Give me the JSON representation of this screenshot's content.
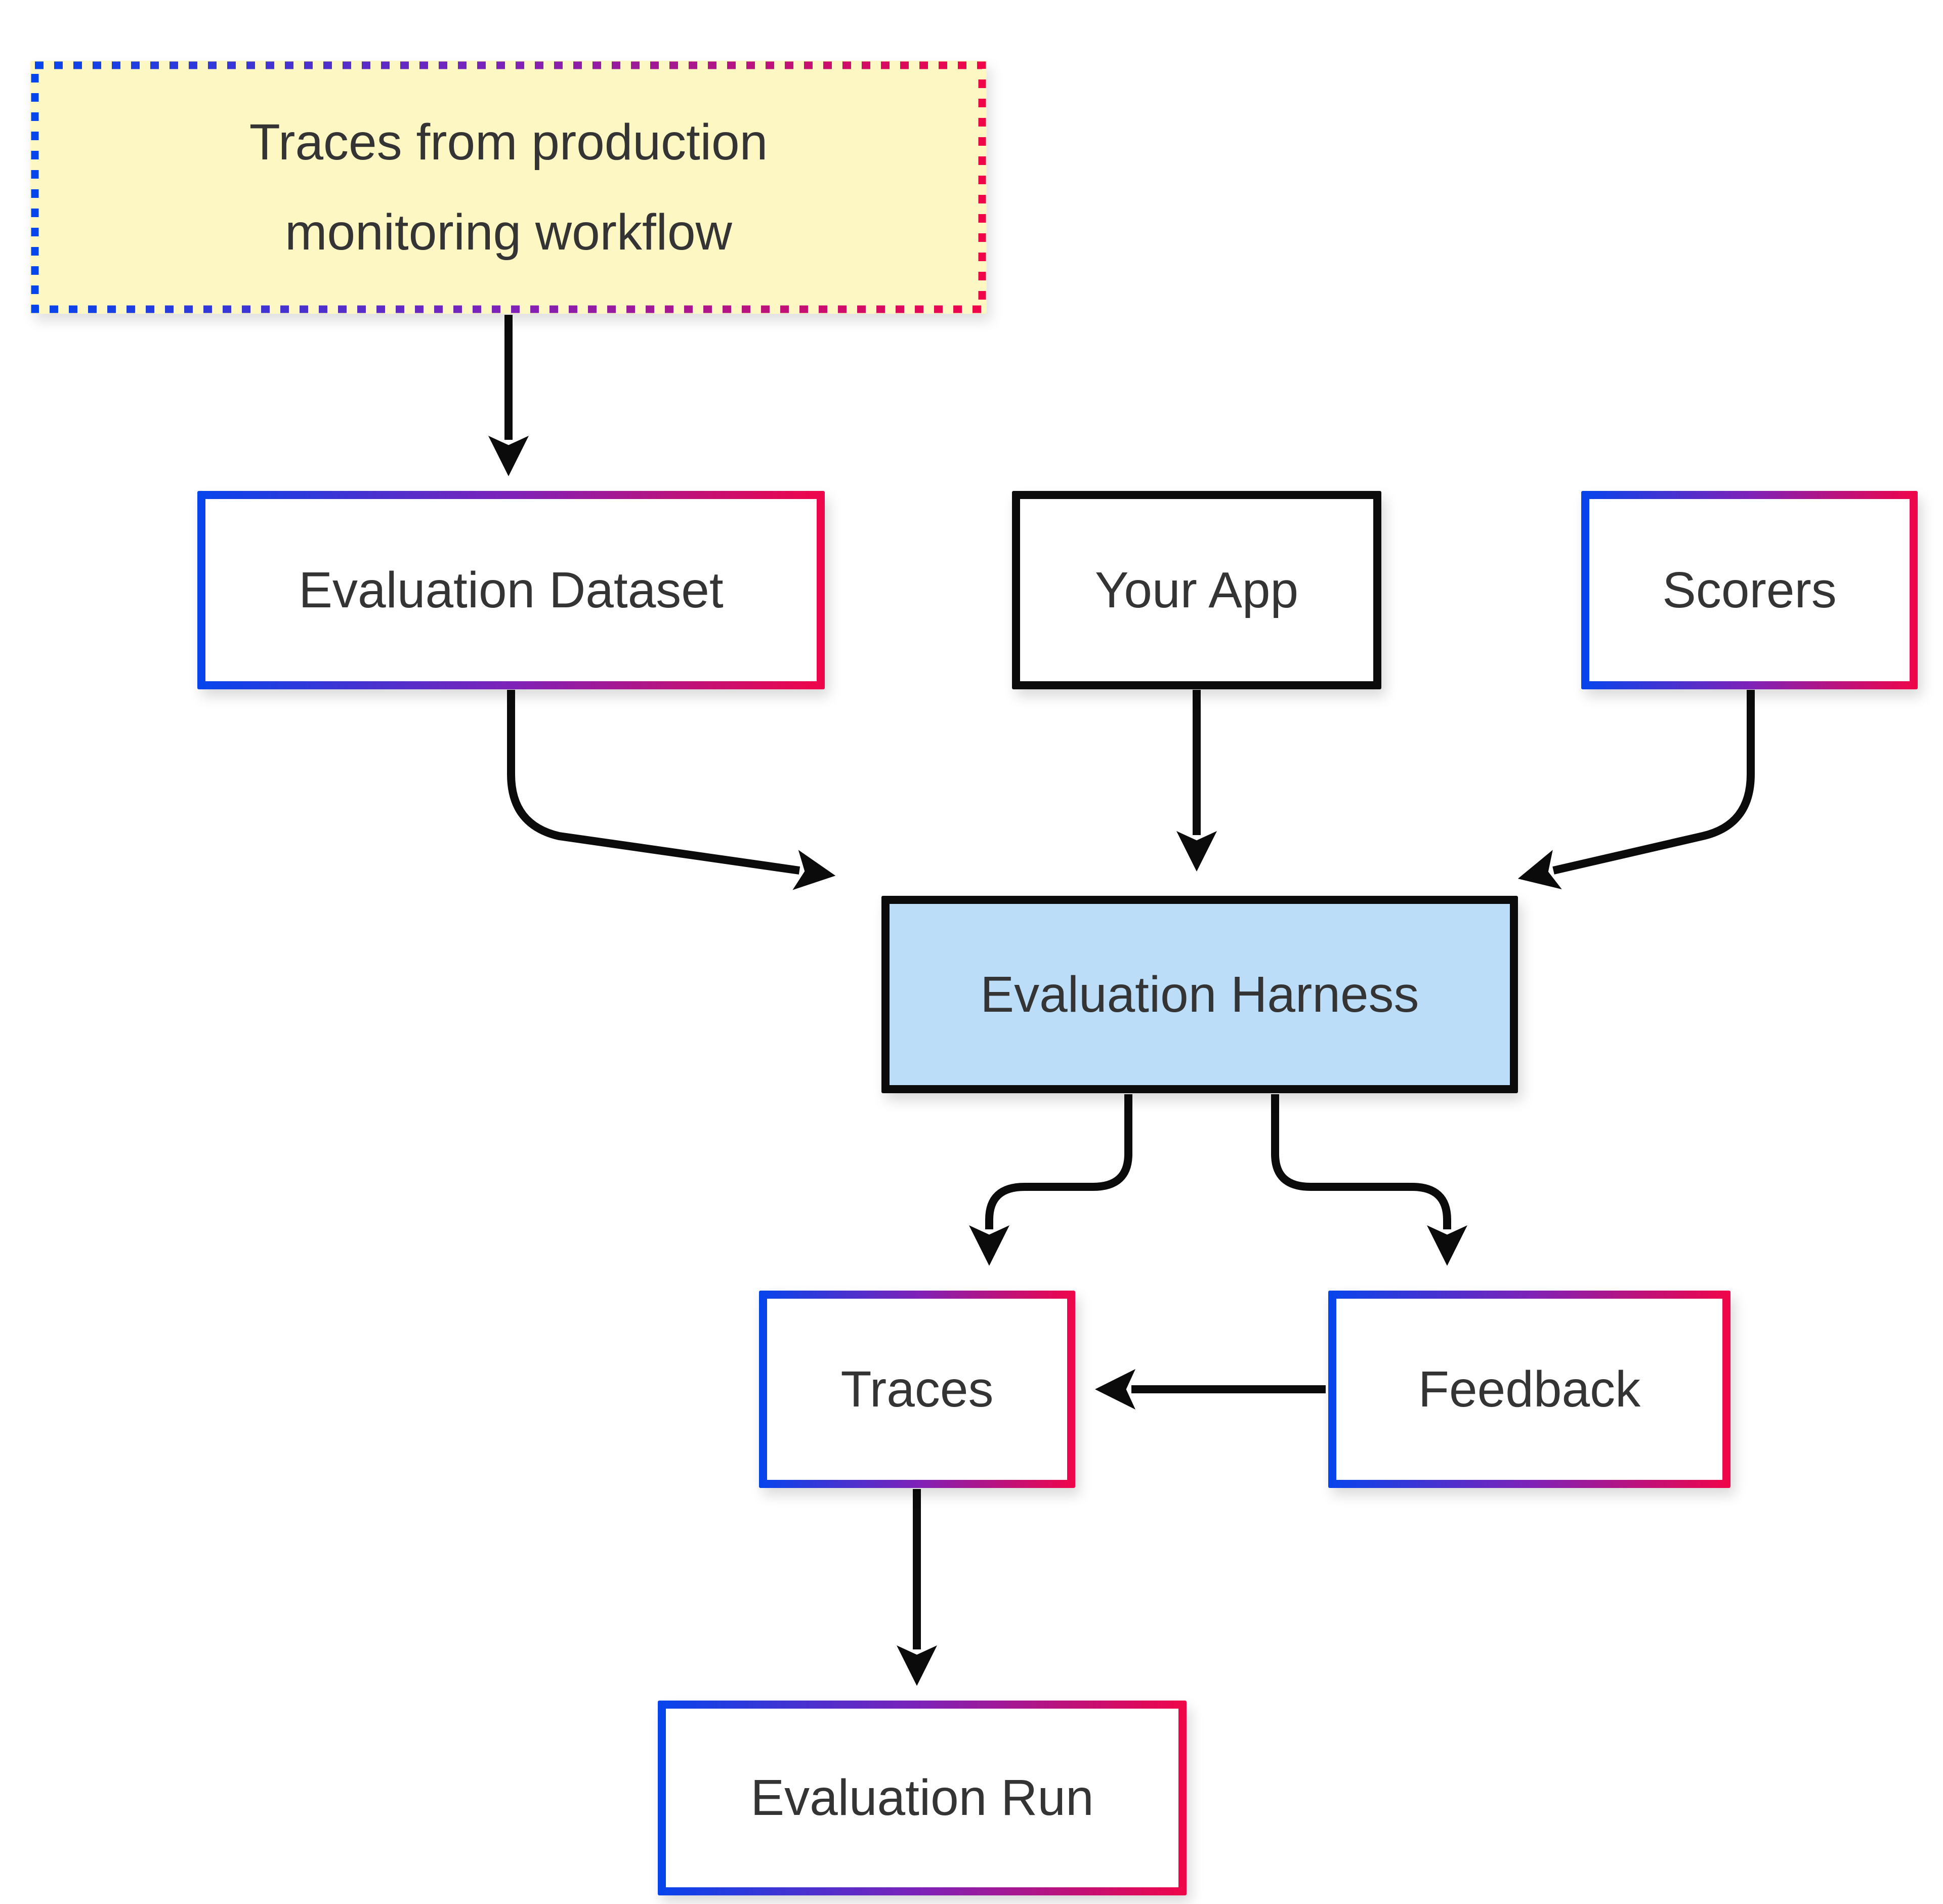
{
  "diagram": {
    "title_note": {
      "label_line1": "Traces from production",
      "label_line2": "monitoring workflow"
    },
    "nodes": {
      "production_traces": {
        "label_line1": "Traces from production",
        "label_line2": "monitoring workflow"
      },
      "eval_dataset": {
        "label": "Evaluation Dataset"
      },
      "your_app": {
        "label": "Your App"
      },
      "scorers": {
        "label": "Scorers"
      },
      "harness": {
        "label": "Evaluation Harness"
      },
      "traces": {
        "label": "Traces"
      },
      "feedback": {
        "label": "Feedback"
      },
      "eval_run": {
        "label": "Evaluation Run"
      }
    },
    "edges": [
      {
        "from": "production_traces",
        "to": "eval_dataset"
      },
      {
        "from": "eval_dataset",
        "to": "harness"
      },
      {
        "from": "your_app",
        "to": "harness"
      },
      {
        "from": "scorers",
        "to": "harness"
      },
      {
        "from": "harness",
        "to": "traces"
      },
      {
        "from": "harness",
        "to": "feedback"
      },
      {
        "from": "feedback",
        "to": "traces"
      },
      {
        "from": "traces",
        "to": "eval_run"
      }
    ],
    "colors": {
      "gradient_start": "#0645EC",
      "gradient_mid": "#7E22B8",
      "gradient_end": "#F00549",
      "note_fill": "#FDF7C3",
      "harness_fill": "#BBDDF8",
      "box_fill": "#FFFFFF",
      "black_border": "#0B0B0B",
      "arrow": "#0B0B0B",
      "text": "#343434"
    }
  }
}
